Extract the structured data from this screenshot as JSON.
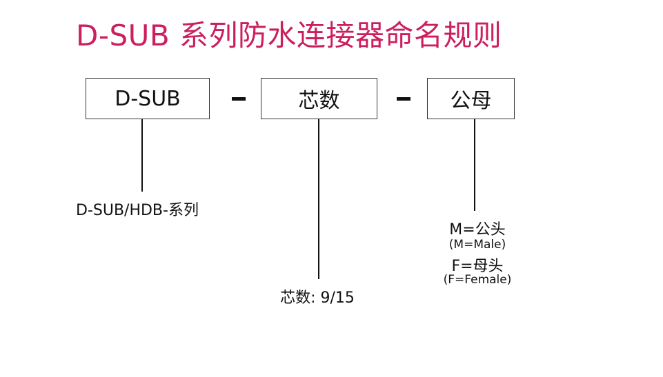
{
  "title": "D-SUB 系列防水连接器命名规则",
  "boxes": {
    "series": "D-SUB",
    "pins": "芯数",
    "gender": "公母"
  },
  "separators": [
    "-",
    "-"
  ],
  "descriptions": {
    "series": "D-SUB/HDB-系列",
    "pins": "芯数: 9/15",
    "gender": {
      "male": "M=公头",
      "male_en": "(M=Male)",
      "female": "F=母头",
      "female_en": "(F=Female)"
    }
  },
  "colors": {
    "title": "#cc1f5f",
    "line": "#111111",
    "box_border": "#333333"
  }
}
